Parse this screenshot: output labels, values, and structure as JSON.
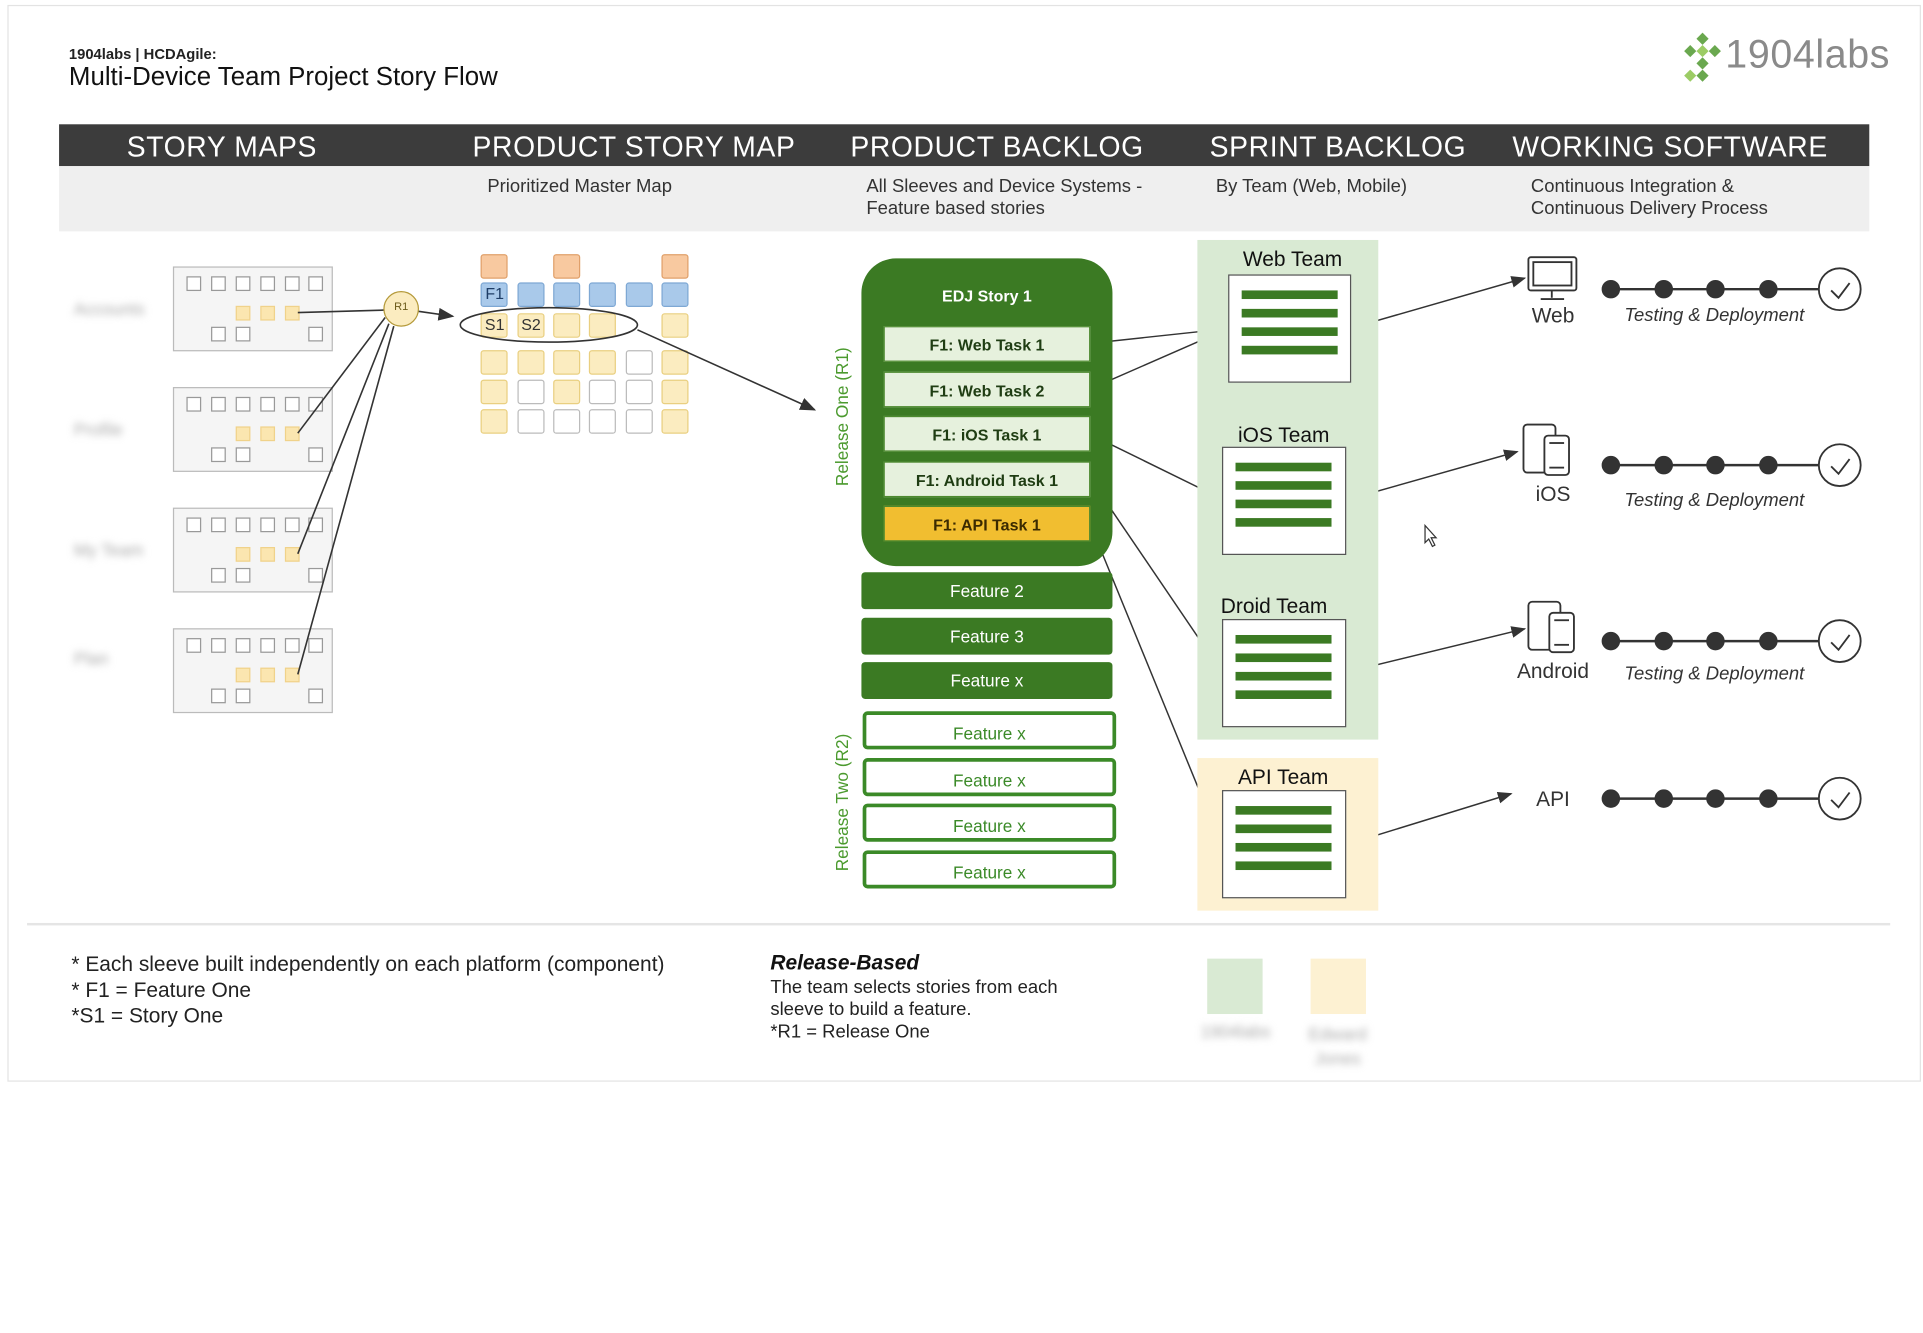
{
  "header": {
    "org": "1904labs | HCDAgile:",
    "title": "Multi-Device Team Project Story Flow",
    "logo_text": "1904labs"
  },
  "columns": [
    {
      "title": "STORY MAPS",
      "subtitle": ""
    },
    {
      "title": "PRODUCT STORY MAP",
      "subtitle": "Prioritized Master Map"
    },
    {
      "title": "PRODUCT BACKLOG",
      "subtitle": "All Sleeves and Device Systems -\nFeature based stories"
    },
    {
      "title": "SPRINT BACKLOG",
      "subtitle": "By Team (Web, Mobile)"
    },
    {
      "title": "WORKING SOFTWARE",
      "subtitle": "Continuous Integration &\nContinuous Delivery Process"
    }
  ],
  "story_maps": {
    "release_marker": "R1",
    "sleeve_labels": [
      "Accounts",
      "Profile",
      "My Team",
      "Plan"
    ]
  },
  "product_story_map": {
    "labels": [
      "F1",
      "S1",
      "S2"
    ]
  },
  "backlog": {
    "story_title": "EDJ Story 1",
    "tasks": [
      "F1: Web Task 1",
      "F1: Web Task 2",
      "F1: iOS Task 1",
      "F1: Android Task 1",
      "F1: API Task 1"
    ],
    "release_one_label": "Release One (R1)",
    "release_one_features": [
      "Feature 2",
      "Feature 3",
      "Feature x"
    ],
    "release_two_label": "Release Two (R2)",
    "release_two_features": [
      "Feature x",
      "Feature x",
      "Feature x",
      "Feature x"
    ]
  },
  "teams": [
    "Web Team",
    "iOS Team",
    "Droid Team",
    "API Team"
  ],
  "working_software": {
    "platforms": [
      "Web",
      "iOS",
      "Android",
      "API"
    ],
    "pipeline_label": "Testing & Deployment"
  },
  "footer": {
    "notes": [
      "* Each sleeve built independently on each platform (component)",
      "* F1 = Feature One",
      "*S1 = Story One"
    ],
    "release_title": "Release-Based",
    "release_body": "The team selects stories from each\nsleeve to build a feature.\n*R1 = Release One",
    "legend": [
      {
        "label": "1904labs",
        "color": "#d9ead3"
      },
      {
        "label": "Edward Jones",
        "color": "#fdf1d2"
      }
    ]
  },
  "colors": {
    "dark_green": "#3b7a23",
    "light_green": "#d9ead3",
    "api_yellow": "#f1be30",
    "header_gray": "#3c3c3c",
    "sticky_orange": "#f8c9a0",
    "sticky_blue": "#a9c9ea",
    "sticky_yellow": "#fbecc0"
  }
}
